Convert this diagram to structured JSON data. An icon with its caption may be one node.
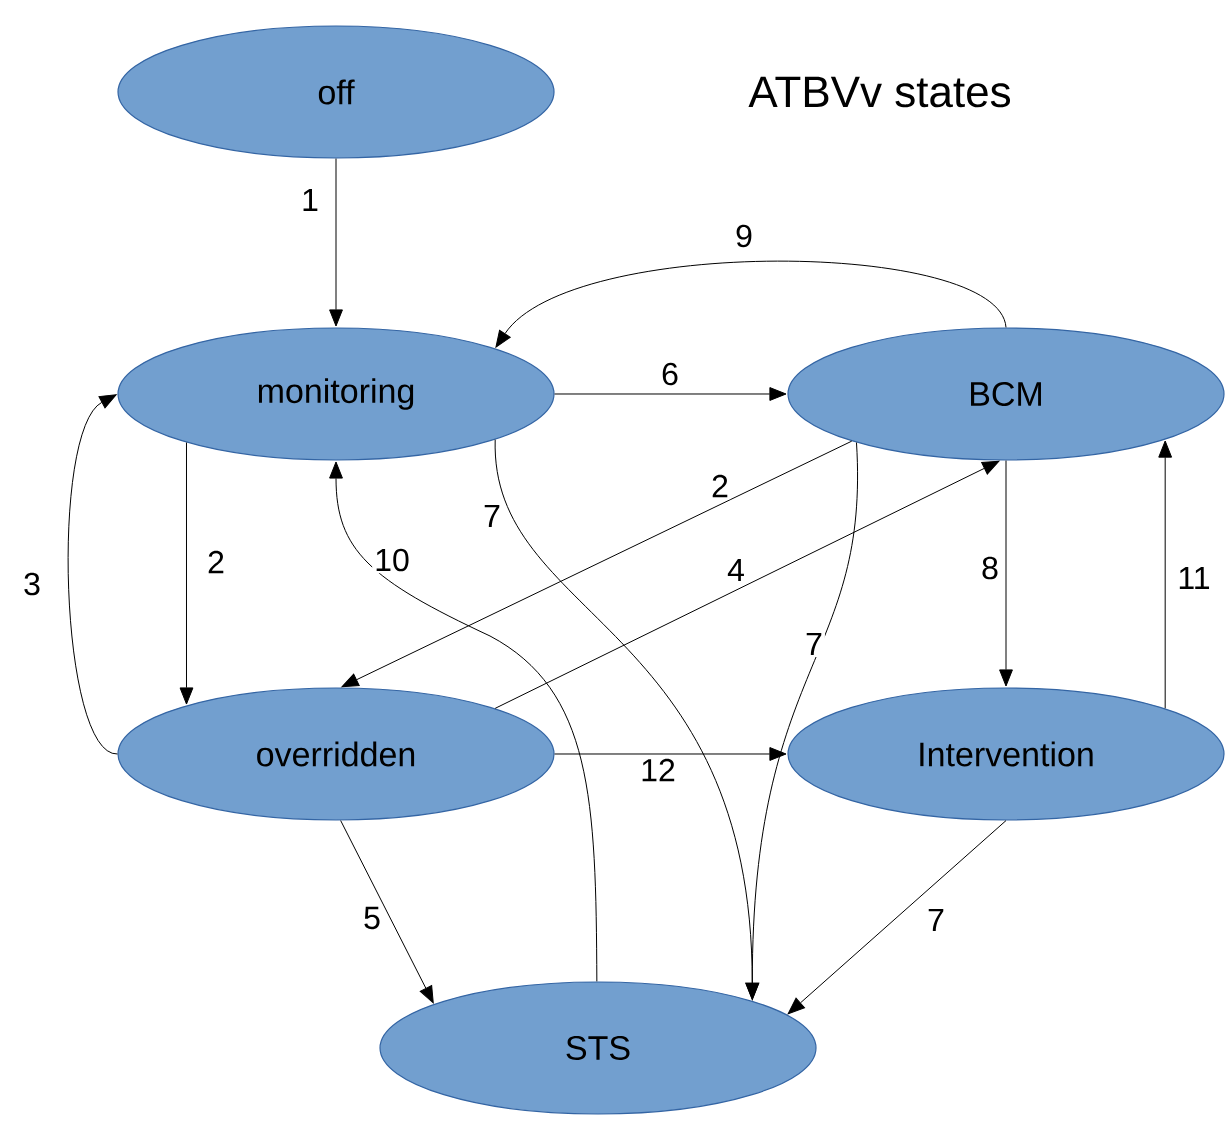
{
  "diagram": {
    "title": "ATBVv states",
    "nodes": [
      {
        "text": [
          "off"
        ]
      },
      {
        "text": [
          "monitoring"
        ]
      },
      {
        "text": [
          "BCM"
        ]
      },
      {
        "text": [
          "overridden"
        ]
      },
      {
        "text": [
          "Intervention"
        ]
      },
      {
        "text": [
          "STS"
        ]
      }
    ],
    "edges": [
      {
        "from": 0,
        "to": 1,
        "arrow": "to",
        "label": "1"
      },
      {
        "from": 2,
        "to": 1,
        "arrow": "to",
        "label": "9"
      },
      {
        "from": 1,
        "to": 2,
        "arrow": "to",
        "label": "6"
      },
      {
        "from": 1,
        "to": 3,
        "arrow": "to",
        "label": "2"
      },
      {
        "from": 2,
        "to": 3,
        "arrow": "to",
        "label": "2"
      },
      {
        "from": 3,
        "to": 2,
        "arrow": "to",
        "label": "4"
      },
      {
        "from": 3,
        "to": 1,
        "arrow": "to",
        "label": "3"
      },
      {
        "from": 5,
        "to": 1,
        "arrow": "to",
        "label": "10"
      },
      {
        "from": 1,
        "to": 5,
        "arrow": "to",
        "label": "7"
      },
      {
        "from": 2,
        "to": 5,
        "arrow": "to",
        "label": "7"
      },
      {
        "from": 2,
        "to": 4,
        "arrow": "to",
        "label": "8"
      },
      {
        "from": 4,
        "to": 2,
        "arrow": "to",
        "label": "11"
      },
      {
        "from": 3,
        "to": 4,
        "arrow": "to",
        "label": "12"
      },
      {
        "from": 3,
        "to": 5,
        "arrow": "to",
        "label": "5"
      },
      {
        "from": 4,
        "to": 5,
        "arrow": "to",
        "label": "7"
      }
    ]
  }
}
